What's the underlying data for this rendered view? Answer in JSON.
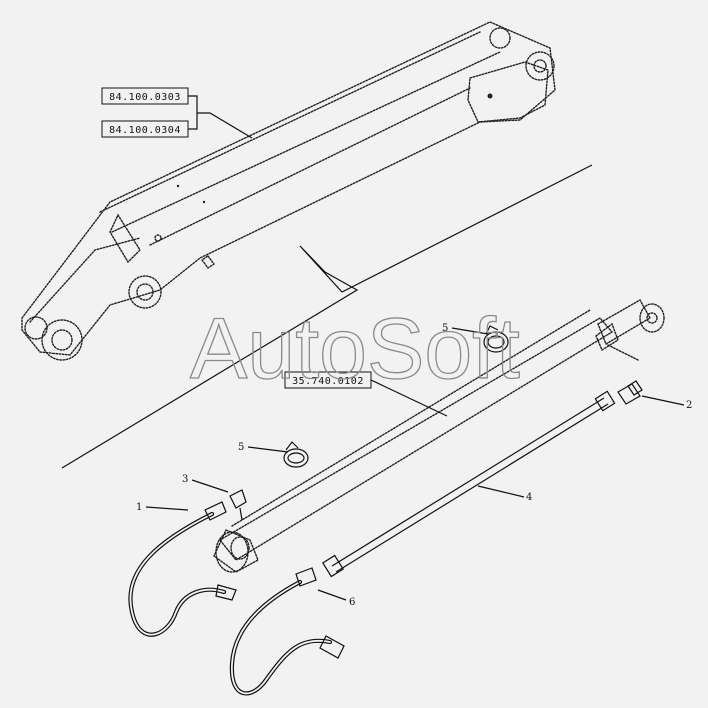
{
  "diagram": {
    "ref_boxes": [
      "84.100.0303",
      "84.100.0304",
      "35.740.0102"
    ],
    "callouts": [
      "1",
      "2",
      "3",
      "4",
      "5",
      "5",
      "6"
    ],
    "watermark": "AutoSoft"
  }
}
